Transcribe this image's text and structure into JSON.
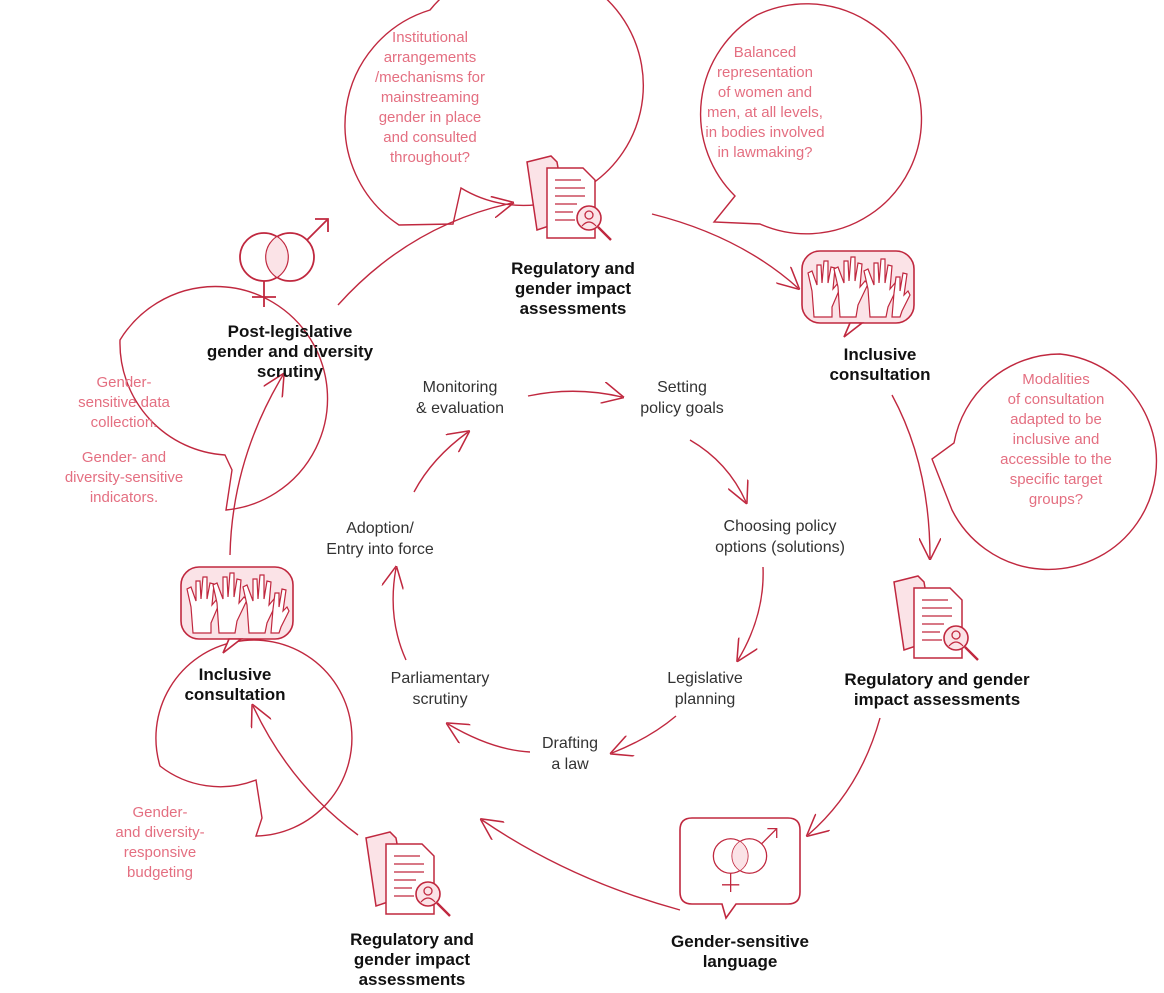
{
  "colors": {
    "accent": "#c0283f",
    "accent_light": "#e46f81",
    "fill_light": "#fbe3e7",
    "text_dark": "#111111",
    "text_mid": "#333333"
  },
  "outer_stages": {
    "top_assessment": "Regulatory and\ngender impact\nassessments",
    "top_right_consultation": "Inclusive\nconsultation",
    "right_assessment": "Regulatory and gender\nimpact assessments",
    "bottom_language": "Gender-sensitive\nlanguage",
    "bottom_assessment": "Regulatory and\ngender impact\nassessments",
    "left_consultation": "Inclusive\nconsultation",
    "top_left_scrutiny": "Post-legislative\ngender and diversity\nscrutiny"
  },
  "inner_cycle": {
    "monitoring": "Monitoring\n& evaluation",
    "setting_goals": "Setting\npolicy goals",
    "choosing_options": "Choosing policy\noptions (solutions)",
    "legislative_planning": "Legislative\nplanning",
    "drafting": "Drafting\na law",
    "parliamentary_scrutiny": "Parliamentary\nscrutiny",
    "adoption": "Adoption/\nEntry into force"
  },
  "bubbles": {
    "institutional": "Institutional\narrangements\n/mechanisms for\nmainstreaming\ngender in place\nand consulted\nthroughout?",
    "balanced": "Balanced\nrepresentation\nof women and\nmen, at all levels,\nin bodies involved\nin lawmaking?",
    "modalities": "Modalities\nof consultation\nadapted to be\ninclusive and\naccessible to the\nspecific target\ngroups?",
    "data_collection": "Gender-\nsensitive data\ncollection.",
    "indicators": "Gender- and\ndiversity-sensitive\nindicators.",
    "budgeting": "Gender-\nand diversity-\nresponsive\nbudgeting"
  },
  "icons": [
    "gender-symbol-icon",
    "documents-magnifier-icon",
    "raised-hands-icon",
    "gender-speech-bubble-icon"
  ]
}
